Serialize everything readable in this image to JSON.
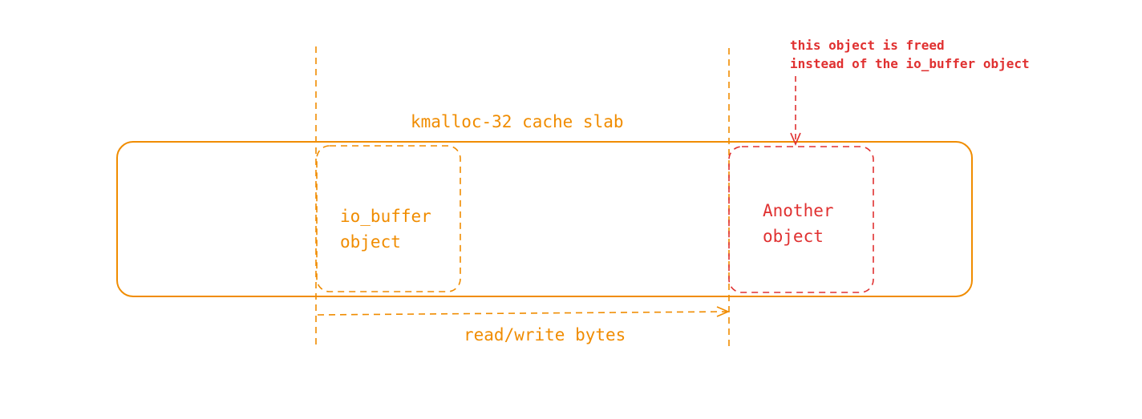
{
  "diagram": {
    "slab_label": "kmalloc-32 cache slab",
    "io_buffer": {
      "line1": "io_buffer",
      "line2": "object"
    },
    "another_object": {
      "line1": "Another",
      "line2": "object"
    },
    "rw_label": "read/write bytes",
    "annotation": {
      "line1": "this object is freed",
      "line2": "instead of the io_buffer object"
    },
    "colors": {
      "primary": "#f08c00",
      "highlight": "#e03131"
    }
  }
}
